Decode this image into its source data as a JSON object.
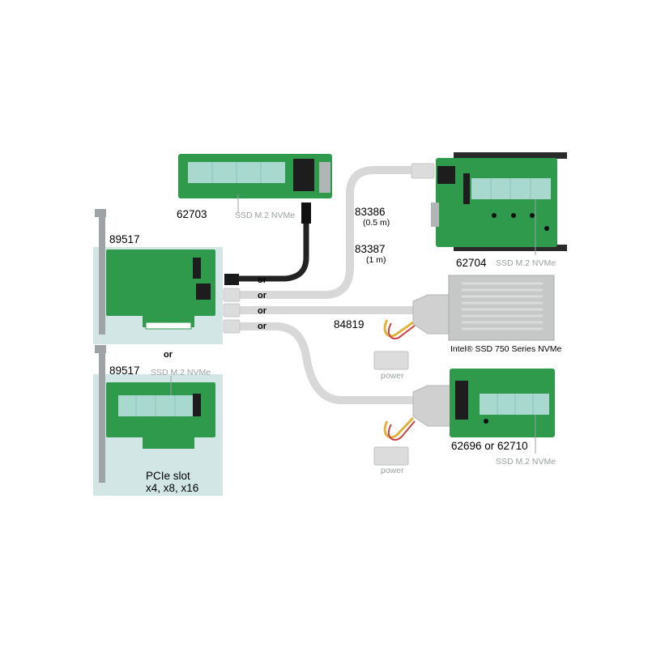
{
  "labels": {
    "p62703": "62703",
    "p62704": "62704",
    "p89517_top": "89517",
    "p89517_bottom": "89517",
    "p83386": "83386",
    "p83386_len": "(0.5 m)",
    "p83387": "83387",
    "p83387_len": "(1 m)",
    "p84819": "84819",
    "p62696": "62696 or 62710",
    "intel": "Intel® SSD 750 Series NVMe",
    "pcie_slot": "PCIe slot",
    "pcie_widths": "x4, x8, x16"
  },
  "ssd_labels": {
    "s62703": "SSD M.2 NVMe",
    "s62704": "SSD M.2 NVMe",
    "s89517": "SSD M.2 NVMe",
    "s62696": "SSD M.2 NVMe"
  },
  "or_labels": {
    "or1": "or",
    "or2": "or",
    "or3": "or",
    "or4": "or",
    "between": "or"
  },
  "power_labels": {
    "power1": "power",
    "power2": "power"
  },
  "colors": {
    "pcb": "#2f9a4c",
    "panel": "#d3e6e6",
    "cable_gray": "#d6d6d6",
    "cable_black": "#222222",
    "ssd_body": "#c6c8c8",
    "m2_slot": "#a9d8cf",
    "bracket": "#9ea3a5"
  }
}
